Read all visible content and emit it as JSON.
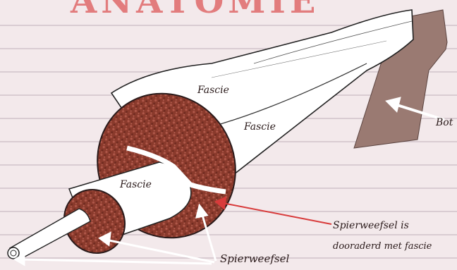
{
  "title": "ANATOMIE",
  "labels": {
    "fascia_top": "Fascie",
    "fascia_mid": "Fascie",
    "fascia_inner": "Fascie",
    "bone": "Bot",
    "muscle_tissue_fascia_line1": "Spierweefsel is",
    "muscle_tissue_fascia_line2": "dooraderd met fascie",
    "muscle_tissue": "Spierweefsel"
  },
  "colors": {
    "paper": "#f3e9eb",
    "rule_line": "#c9bcc4",
    "title": "#e06a6a",
    "muscle": "#8a3a2c",
    "bone": "#9a7a72",
    "arrow_red": "#d83b3b",
    "arrow_white": "#ffffff"
  }
}
